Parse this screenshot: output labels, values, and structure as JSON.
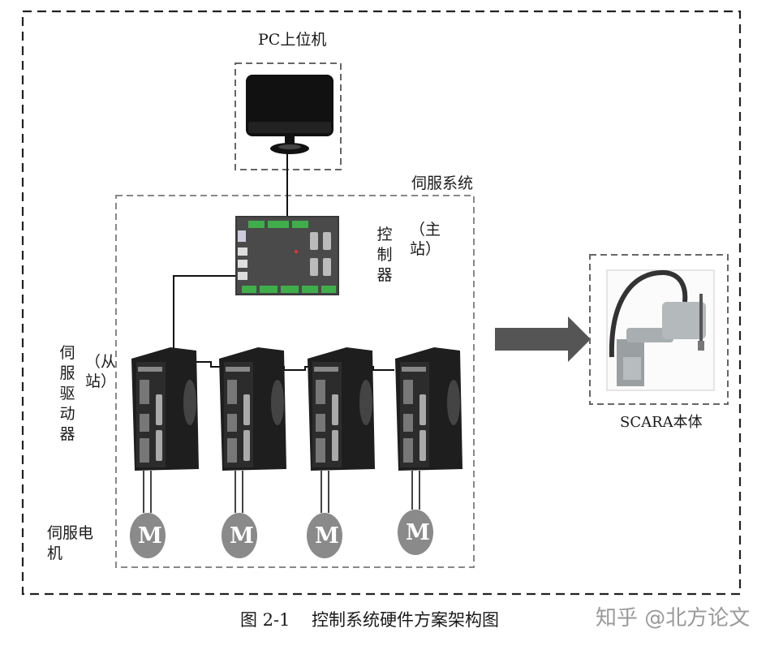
{
  "labels": {
    "pc": "PC上位机",
    "servo_system": "伺服系统",
    "controller": "控制器",
    "master": "（主站）",
    "driver": "伺服驱动器",
    "slave": "（从站）",
    "motor": "伺服电机",
    "scara": "SCARA本体"
  },
  "motor_symbol": "M",
  "motors": [
    "M",
    "M",
    "M",
    "M"
  ],
  "caption": {
    "figure_no": "图 2-1",
    "title": "控制系统硬件方案架构图"
  },
  "watermark": "知乎 @北方论文",
  "colors": {
    "dash": "#333333",
    "inner_dash": "#888888",
    "arrow": "#555555",
    "motor": "#8a8a8a",
    "driver_body": "#1e1e1e",
    "controller_body": "#3a3a3a",
    "connector_green": "#3fae4a"
  }
}
